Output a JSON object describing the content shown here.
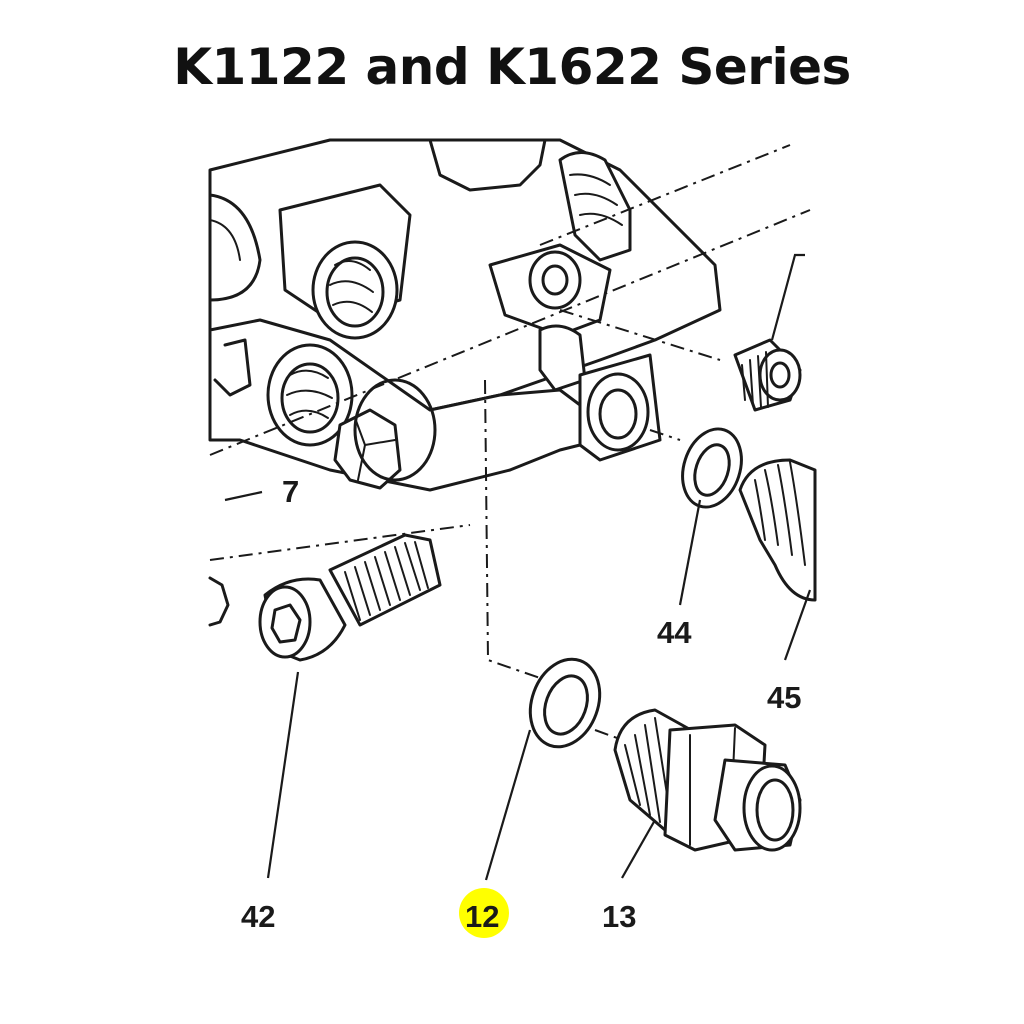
{
  "title": "K1122 and K1622 Series",
  "colors": {
    "highlight": "#ffff00",
    "ink": "#1a1a1a",
    "background": "#ffffff"
  },
  "callouts": {
    "c7": "7",
    "c42": "42",
    "c12": "12",
    "c13": "13",
    "c44": "44",
    "c45": "45"
  },
  "highlighted_callout": "12"
}
